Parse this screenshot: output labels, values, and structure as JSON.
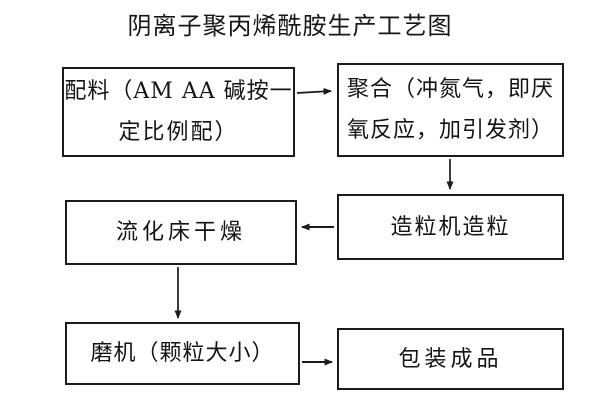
{
  "diagram": {
    "title": "阴离子聚丙烯酰胺生产工艺图",
    "nodes": {
      "batching": {
        "lines": [
          "配料（AM AA 碱按一",
          "定比例配）"
        ]
      },
      "polymerization": {
        "lines": [
          "聚合（冲氮气，即厌",
          "氧反应，加引发剂）"
        ]
      },
      "drying": {
        "label": "流化床干燥"
      },
      "granulation": {
        "label": "造粒机造粒"
      },
      "milling": {
        "label": "磨机（颗粒大小）"
      },
      "packaging": {
        "label": "包装成品"
      }
    },
    "edges": [
      {
        "from": "batching",
        "to": "polymerization",
        "direction": "right"
      },
      {
        "from": "polymerization",
        "to": "granulation",
        "direction": "down"
      },
      {
        "from": "granulation",
        "to": "drying",
        "direction": "left"
      },
      {
        "from": "drying",
        "to": "milling",
        "direction": "down"
      },
      {
        "from": "milling",
        "to": "packaging",
        "direction": "right"
      }
    ],
    "colors": {
      "box_border": "#1c1c1c",
      "arrow": "#1a1a1a",
      "text": "#141414",
      "background": "#ffffff"
    }
  }
}
